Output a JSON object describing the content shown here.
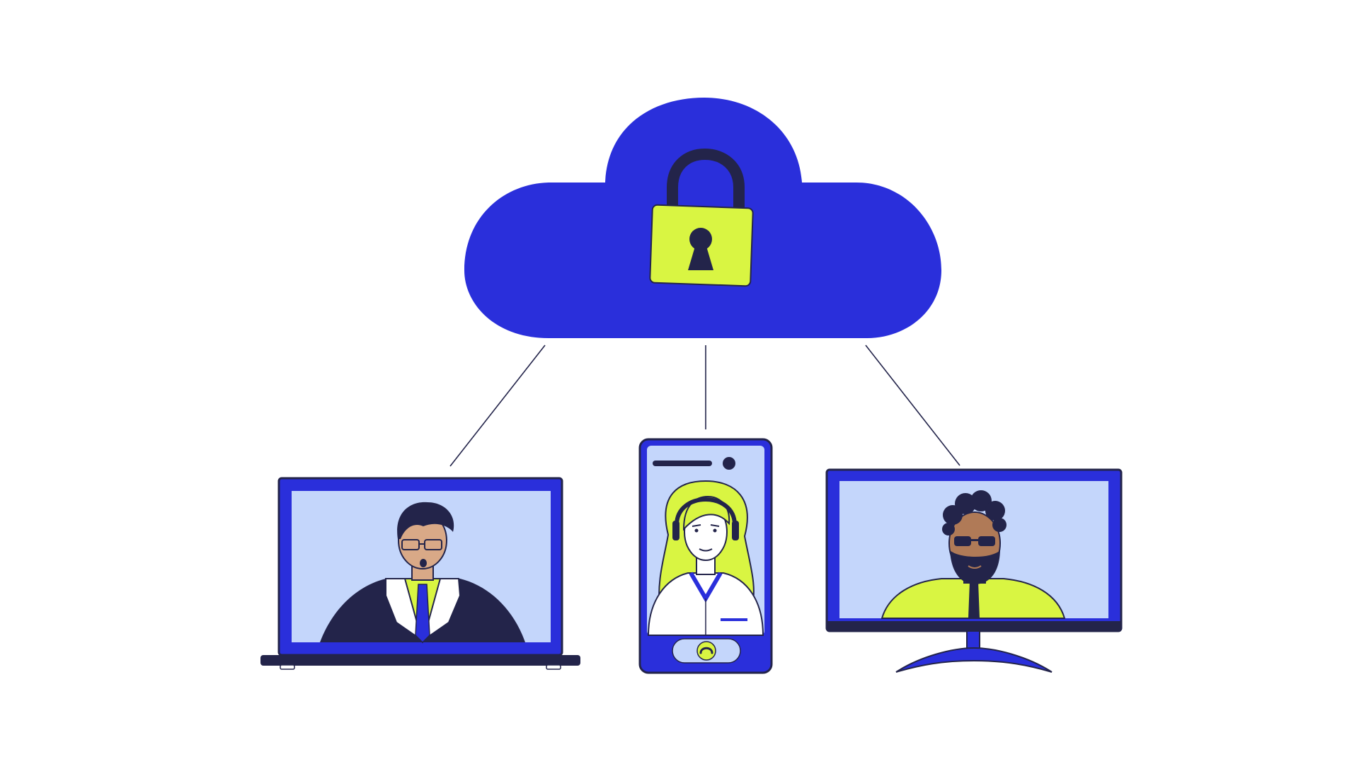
{
  "scene": {
    "background": "#ffffff",
    "colors": {
      "brand_blue": "#2a2fdb",
      "lime": "#d9f542",
      "dark_navy": "#23244a",
      "screen_light_blue": "#c4d6fb",
      "skin_tan": "#d9a987",
      "skin_light": "#ffffff",
      "skin_brown": "#b07a57",
      "white": "#ffffff"
    },
    "cloud": {
      "icon": "cloud-icon",
      "lock_icon": "padlock-icon",
      "keyhole_icon": "keyhole-icon"
    },
    "devices": [
      {
        "kind": "laptop",
        "icon": "laptop-icon",
        "person": "man-with-glasses-in-graduation-gown"
      },
      {
        "kind": "smartphone",
        "icon": "smartphone-icon",
        "person": "woman-with-headset",
        "button_icon": "hang-up-phone-icon"
      },
      {
        "kind": "desktop-monitor",
        "icon": "monitor-icon",
        "person": "bearded-man-with-sunglasses"
      }
    ]
  }
}
